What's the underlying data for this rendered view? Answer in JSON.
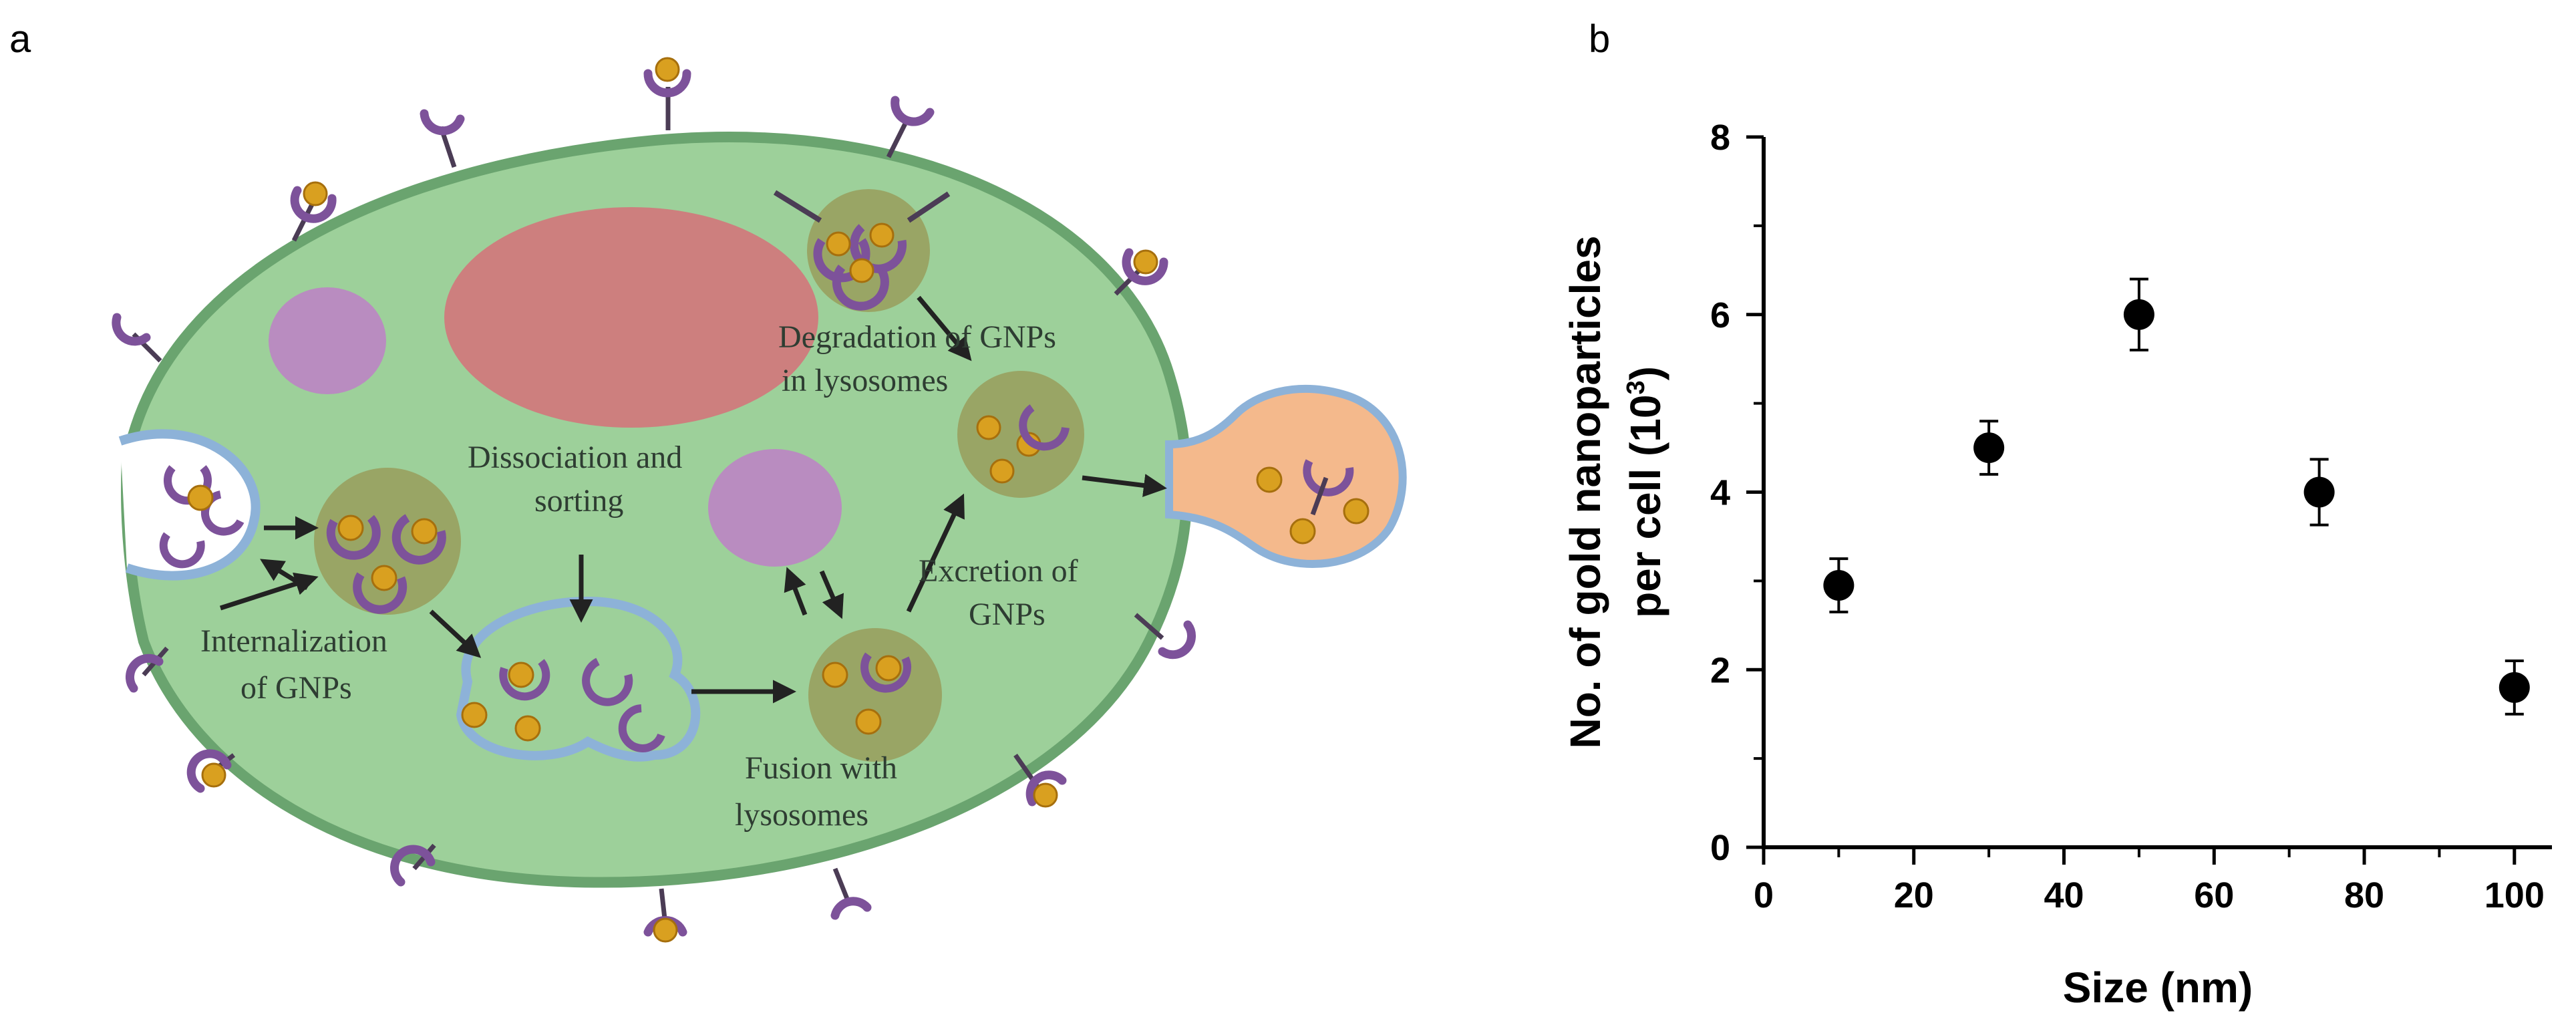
{
  "panels": {
    "a_label": "a",
    "b_label": "b"
  },
  "diagram": {
    "labels": {
      "degradation_l1": "Degradation of GNPs",
      "degradation_l2": "in lysosomes",
      "dissociation_l1": "Dissociation and",
      "dissociation_l2": "sorting",
      "excretion_l1": "Excretion of",
      "excretion_l2": "GNPs",
      "internalization_l1": "Internalization",
      "internalization_l2": "of GNPs",
      "fusion_l1": "Fusion with",
      "fusion_l2": "lysosomes"
    },
    "colors": {
      "cytoplasm": "#9dd09a",
      "membrane": "#6aa46f",
      "nucleus": "#cd7f7e",
      "vesicle_purple": "#b98cc0",
      "endosome": "#99a565",
      "gold_np": "#d9a020",
      "receptor": "#7d529a",
      "exocytic_vesicle": "#f4b98c",
      "vesicle_outline": "#8db2d8",
      "arrow": "#222222"
    }
  },
  "chart_data": {
    "type": "scatter",
    "x": [
      10,
      30,
      50,
      74,
      100
    ],
    "y": [
      2.95,
      4.5,
      6.0,
      4.0,
      1.8
    ],
    "error": [
      0.3,
      0.3,
      0.4,
      0.37,
      0.3
    ],
    "xlim": [
      0,
      105
    ],
    "ylim": [
      0,
      8
    ],
    "x_ticks": [
      "0",
      "20",
      "40",
      "60",
      "80",
      "100"
    ],
    "y_ticks": [
      "0",
      "2",
      "4",
      "6",
      "8"
    ],
    "xlabel": "Size (nm)",
    "ylabel_line1": "No. of gold nanoparticles",
    "ylabel_line2_prefix": "per cell (10",
    "ylabel_line2_sup": "3",
    "ylabel_line2_suffix": ")",
    "marker_color": "#000000"
  }
}
